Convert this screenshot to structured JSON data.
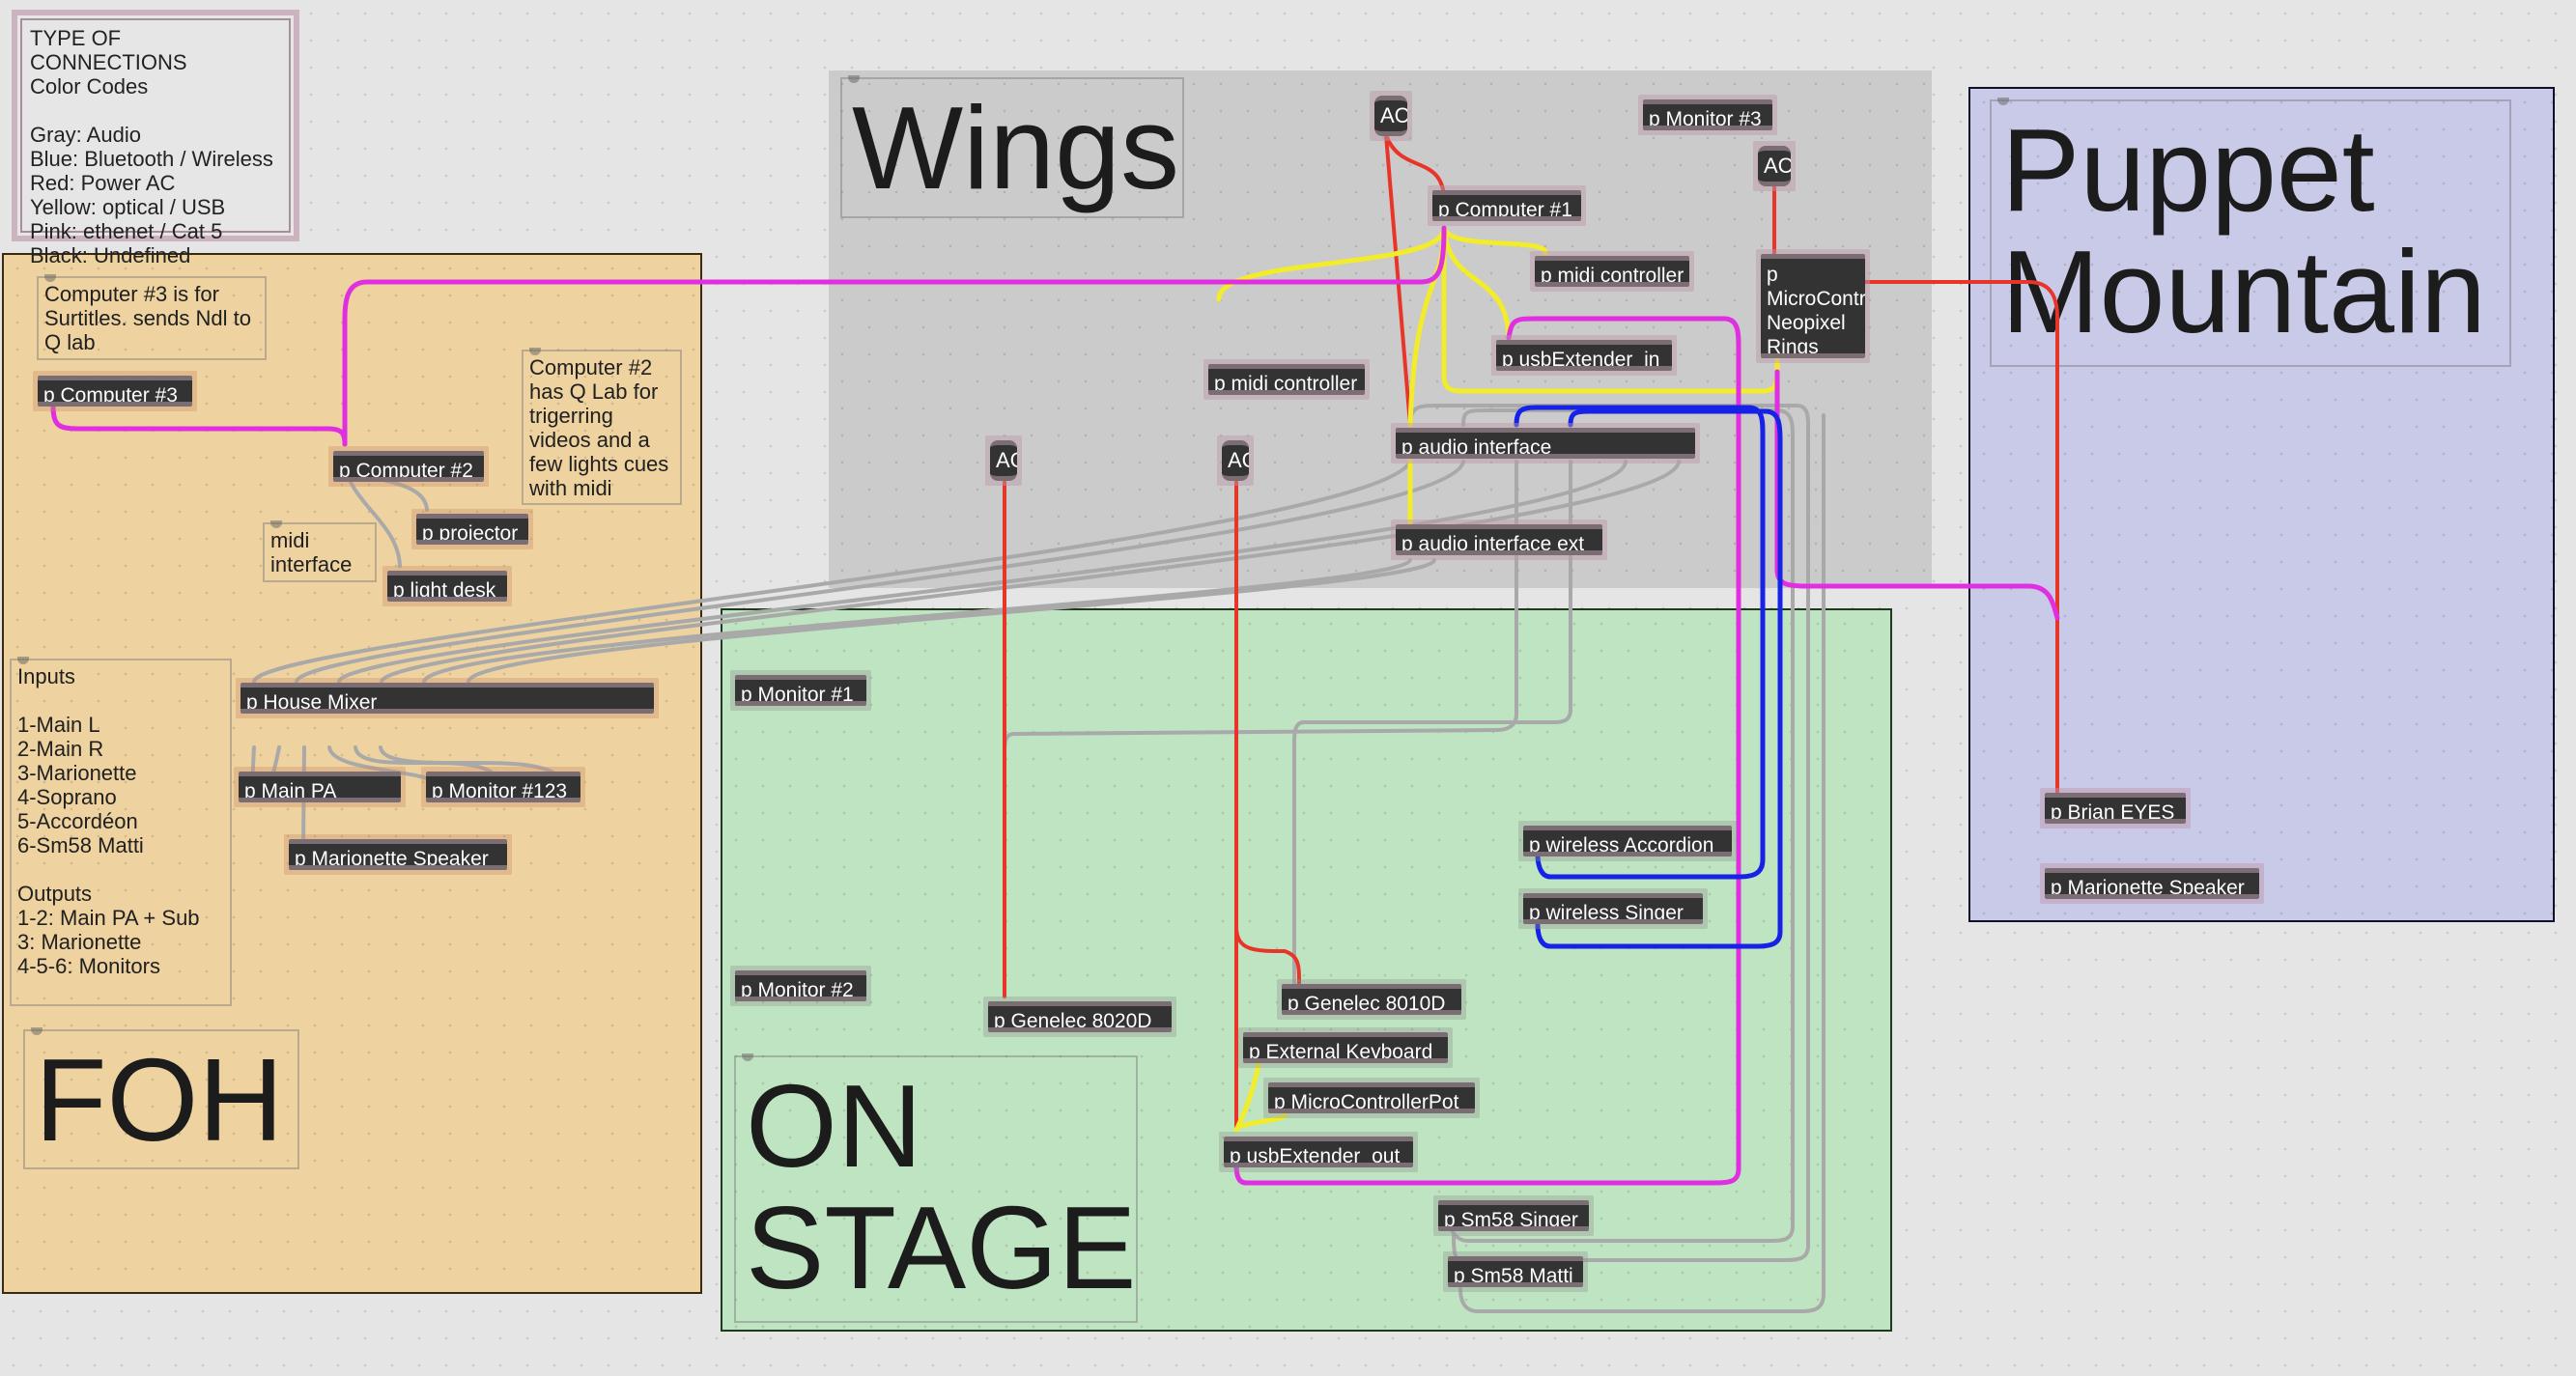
{
  "legend": {
    "text": "TYPE OF CONNECTIONS\nColor Codes\n\nGray: Audio\nBlue: Bluetooth / Wireless\nRed: Power AC\nYellow:  optical / USB\nPink: ethenet / Cat 5\nBlack: Undefined",
    "colors": {
      "audio": "#a9a9a9",
      "wireless": "#1622e6",
      "power": "#e8352a",
      "usb": "#f2ec2a",
      "ethernet": "#df2fe0",
      "undefined": "#000000"
    }
  },
  "zones": {
    "foh": {
      "title": "FOH",
      "color": "#eed29f"
    },
    "wings": {
      "title": "Wings",
      "color": "#cbcbcb"
    },
    "stage": {
      "title": "ON\nSTAGE",
      "color": "#bfe4c1"
    },
    "puppet": {
      "title": "Puppet\nMountain",
      "color": "#c9c9e8"
    }
  },
  "comments": {
    "computer3": "Computer #3 is for\nSurtitles. sends Ndl to\nQ lab",
    "computer2": "Computer #2\nhas Q Lab for\ntrigerring\nvideos and a\nfew lights cues\nwith midi",
    "midi_interface": "midi\ninterface",
    "mixer_io": "Inputs\n\n1-Main L\n2-Main R\n3-Marionette\n4-Soprano\n5-Accordéon\n6-Sm58 Matti\n\nOutputs\n1-2: Main PA + Sub\n3: Marionette\n4-5-6: Monitors"
  },
  "objects": {
    "computer3": "p Computer #3",
    "computer2": "p Computer #2",
    "projector": "p projector",
    "light_desk": "p light desk",
    "house_mixer": "p House Mixer",
    "main_pa": "p Main PA",
    "monitor123": "p Monitor #123",
    "marionette_speaker_foh": "p Marionette Speaker",
    "ac_top": "AC",
    "computer1": "p Computer #1",
    "monitor3": "p Monitor #3",
    "ac_right": "AC",
    "midi_controller_a": "p midi controller",
    "midi_controller_b": "p midi controller",
    "usb_extender_in": "p usbExtender_in",
    "neopixel": "p MicroController Neopixel Rings",
    "ac_left": "AC",
    "ac_mid": "AC",
    "audio_interface": "p audio interface",
    "audio_interface_ext": "p audio interface ext",
    "monitor1": "p Monitor #1",
    "monitor2": "p Monitor #2",
    "wireless_accordion": "p wireless Accordion",
    "wireless_singer": "p wireless Singer",
    "genelec_8020d": "p Genelec 8020D",
    "genelec_8010d": "p Genelec 8010D",
    "external_keyboard": "p External Keyboard",
    "microcontroller_pot": "p MicroControllerPot",
    "usb_extender_out": "p usbExtender_out",
    "sm58_singer": "p Sm58 Singer",
    "sm58_matti": "p Sm58 Matti",
    "brian_eyes": "p Brian EYES",
    "marionette_speaker_pm": "p Marionette Speaker"
  }
}
